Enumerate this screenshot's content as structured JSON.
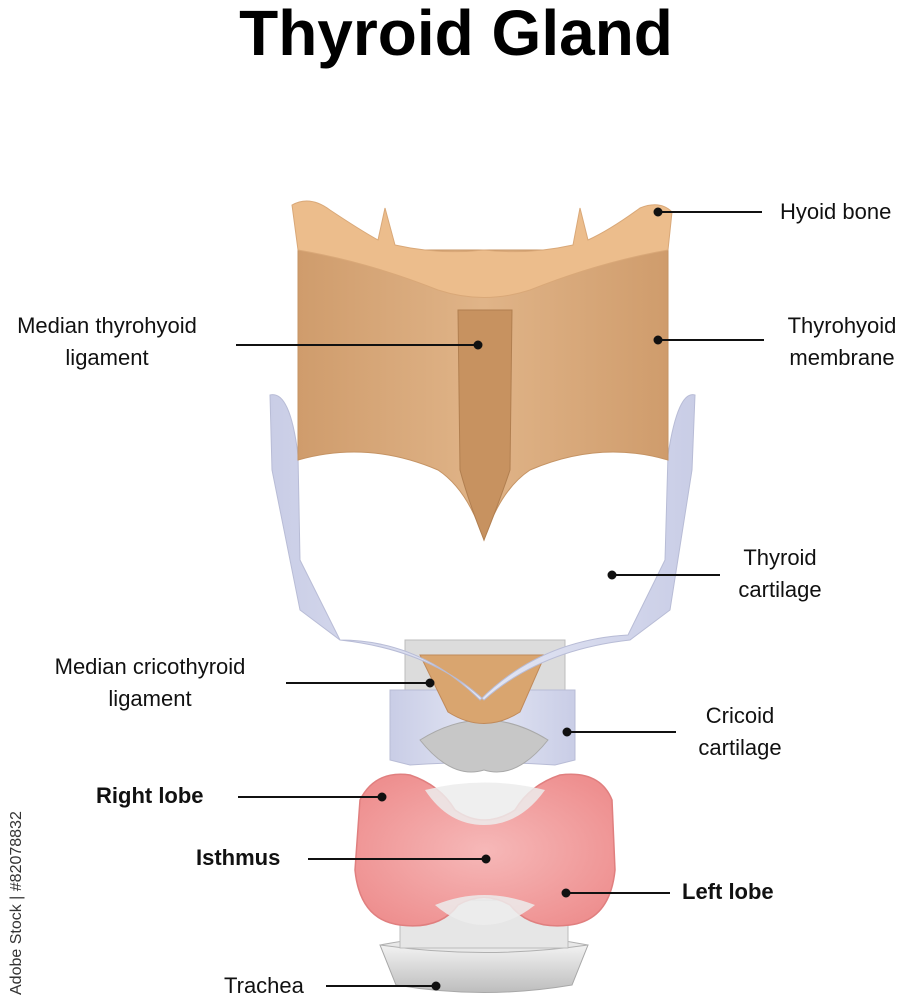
{
  "title": "Thyroid Gland",
  "labels": {
    "hyoid_bone": "Hyoid bone",
    "median_thyrohyoid_1": "Median thyrohyoid",
    "median_thyrohyoid_2": "ligament",
    "thyrohyoid_membrane_1": "Thyrohyoid",
    "thyrohyoid_membrane_2": "membrane",
    "thyroid_cartilage_1": "Thyroid",
    "thyroid_cartilage_2": "cartilage",
    "median_cricothyroid_1": "Median cricothyroid",
    "median_cricothyroid_2": "ligament",
    "cricoid_cartilage_1": "Cricoid",
    "cricoid_cartilage_2": "cartilage",
    "right_lobe": "Right lobe",
    "isthmus": "Isthmus",
    "left_lobe": "Left lobe",
    "trachea": "Trachea"
  },
  "credit": "Adobe Stock | #82078832",
  "colors": {
    "hyoid": "#e9b98a",
    "membrane": "#d9a878",
    "ligament": "#c08a5a",
    "cartilage": "#d8dcee",
    "trachea_ring": "#dcdcdc",
    "thyroid_gland": "#f2a3a3"
  }
}
